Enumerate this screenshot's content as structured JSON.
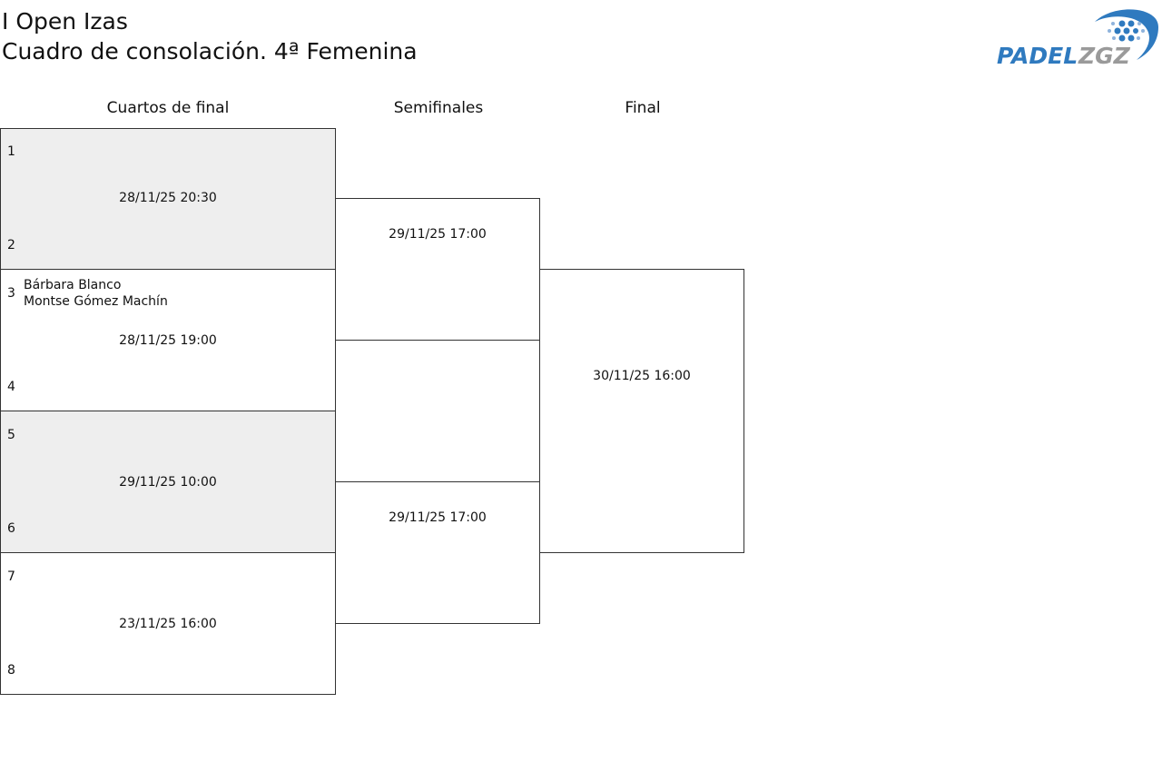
{
  "title": {
    "line1": "I Open Izas",
    "line2": "Cuadro de consolación. 4ª Femenina"
  },
  "logo": {
    "text_left": "PADEL",
    "text_right": "ZGZ",
    "color_blue": "#2f7abf",
    "color_grey": "#9a9a9a"
  },
  "rounds": [
    "Cuartos de final",
    "Semifinales",
    "Final"
  ],
  "quarterfinals": [
    {
      "seed_top": "1",
      "seed_bottom": "2",
      "date": "28/11/25 20:30",
      "players_top": []
    },
    {
      "seed_top": "3",
      "seed_bottom": "4",
      "date": "28/11/25 19:00",
      "players_top": [
        "Bárbara Blanco",
        "Montse Gómez Machín"
      ]
    },
    {
      "seed_top": "5",
      "seed_bottom": "6",
      "date": "29/11/25 10:00",
      "players_top": []
    },
    {
      "seed_top": "7",
      "seed_bottom": "8",
      "date": "23/11/25 16:00",
      "players_top": []
    }
  ],
  "semifinals": [
    {
      "date": "29/11/25 17:00"
    },
    {
      "date": "29/11/25 17:00"
    }
  ],
  "final": {
    "date": "30/11/25 16:00"
  }
}
